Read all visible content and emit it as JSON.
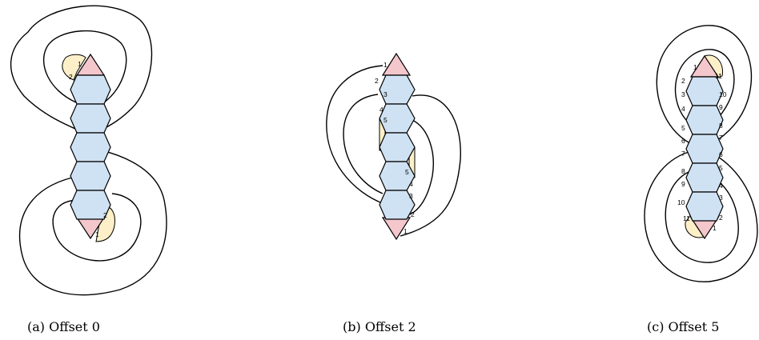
{
  "panels": [
    {
      "caption": "(a) Offset 0",
      "top_labels": [
        "1",
        "2"
      ],
      "bottom_labels": [
        "2",
        "1"
      ]
    },
    {
      "caption": "(b) Offset 2",
      "left_labels": [
        "1",
        "2",
        "3",
        "4",
        "5"
      ],
      "right_labels": [
        "5",
        "4",
        "3",
        "2",
        "1"
      ]
    },
    {
      "caption": "(c) Offset 5",
      "left_labels": [
        "1",
        "2",
        "3",
        "4",
        "5",
        "6",
        "7",
        "8",
        "9",
        "10",
        "11"
      ],
      "right_labels": [
        "11",
        "10",
        "9",
        "8",
        "7",
        "6",
        "5",
        "4",
        "3",
        "2",
        "1"
      ]
    }
  ],
  "colors": {
    "hexagon_fill": "#cfe2f3",
    "triangle_fill": "#f4c7cc",
    "face_fill": "#fdf0c8",
    "stroke": "#000000"
  }
}
